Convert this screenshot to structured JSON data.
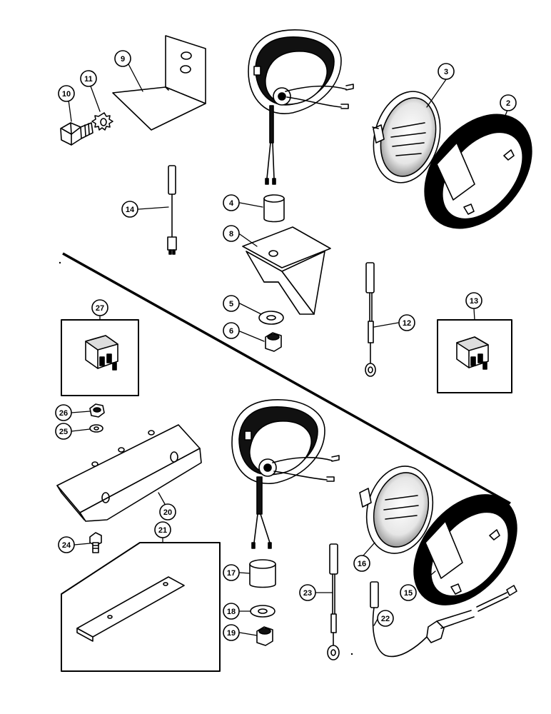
{
  "diagram": {
    "callouts": [
      {
        "id": "c2",
        "label": "2"
      },
      {
        "id": "c3",
        "label": "3"
      },
      {
        "id": "c4",
        "label": "4"
      },
      {
        "id": "c5",
        "label": "5"
      },
      {
        "id": "c6",
        "label": "6"
      },
      {
        "id": "c8",
        "label": "8"
      },
      {
        "id": "c9",
        "label": "9"
      },
      {
        "id": "c10",
        "label": "10"
      },
      {
        "id": "c11",
        "label": "11"
      },
      {
        "id": "c12",
        "label": "12"
      },
      {
        "id": "c13",
        "label": "13"
      },
      {
        "id": "c14",
        "label": "14"
      },
      {
        "id": "c15",
        "label": "15"
      },
      {
        "id": "c16",
        "label": "16"
      },
      {
        "id": "c17",
        "label": "17"
      },
      {
        "id": "c18",
        "label": "18"
      },
      {
        "id": "c19",
        "label": "19"
      },
      {
        "id": "c20",
        "label": "20"
      },
      {
        "id": "c21",
        "label": "21"
      },
      {
        "id": "c22",
        "label": "22"
      },
      {
        "id": "c23",
        "label": "23"
      },
      {
        "id": "c24",
        "label": "24"
      },
      {
        "id": "c25",
        "label": "25"
      },
      {
        "id": "c26",
        "label": "26"
      },
      {
        "id": "c27",
        "label": "27"
      }
    ]
  }
}
